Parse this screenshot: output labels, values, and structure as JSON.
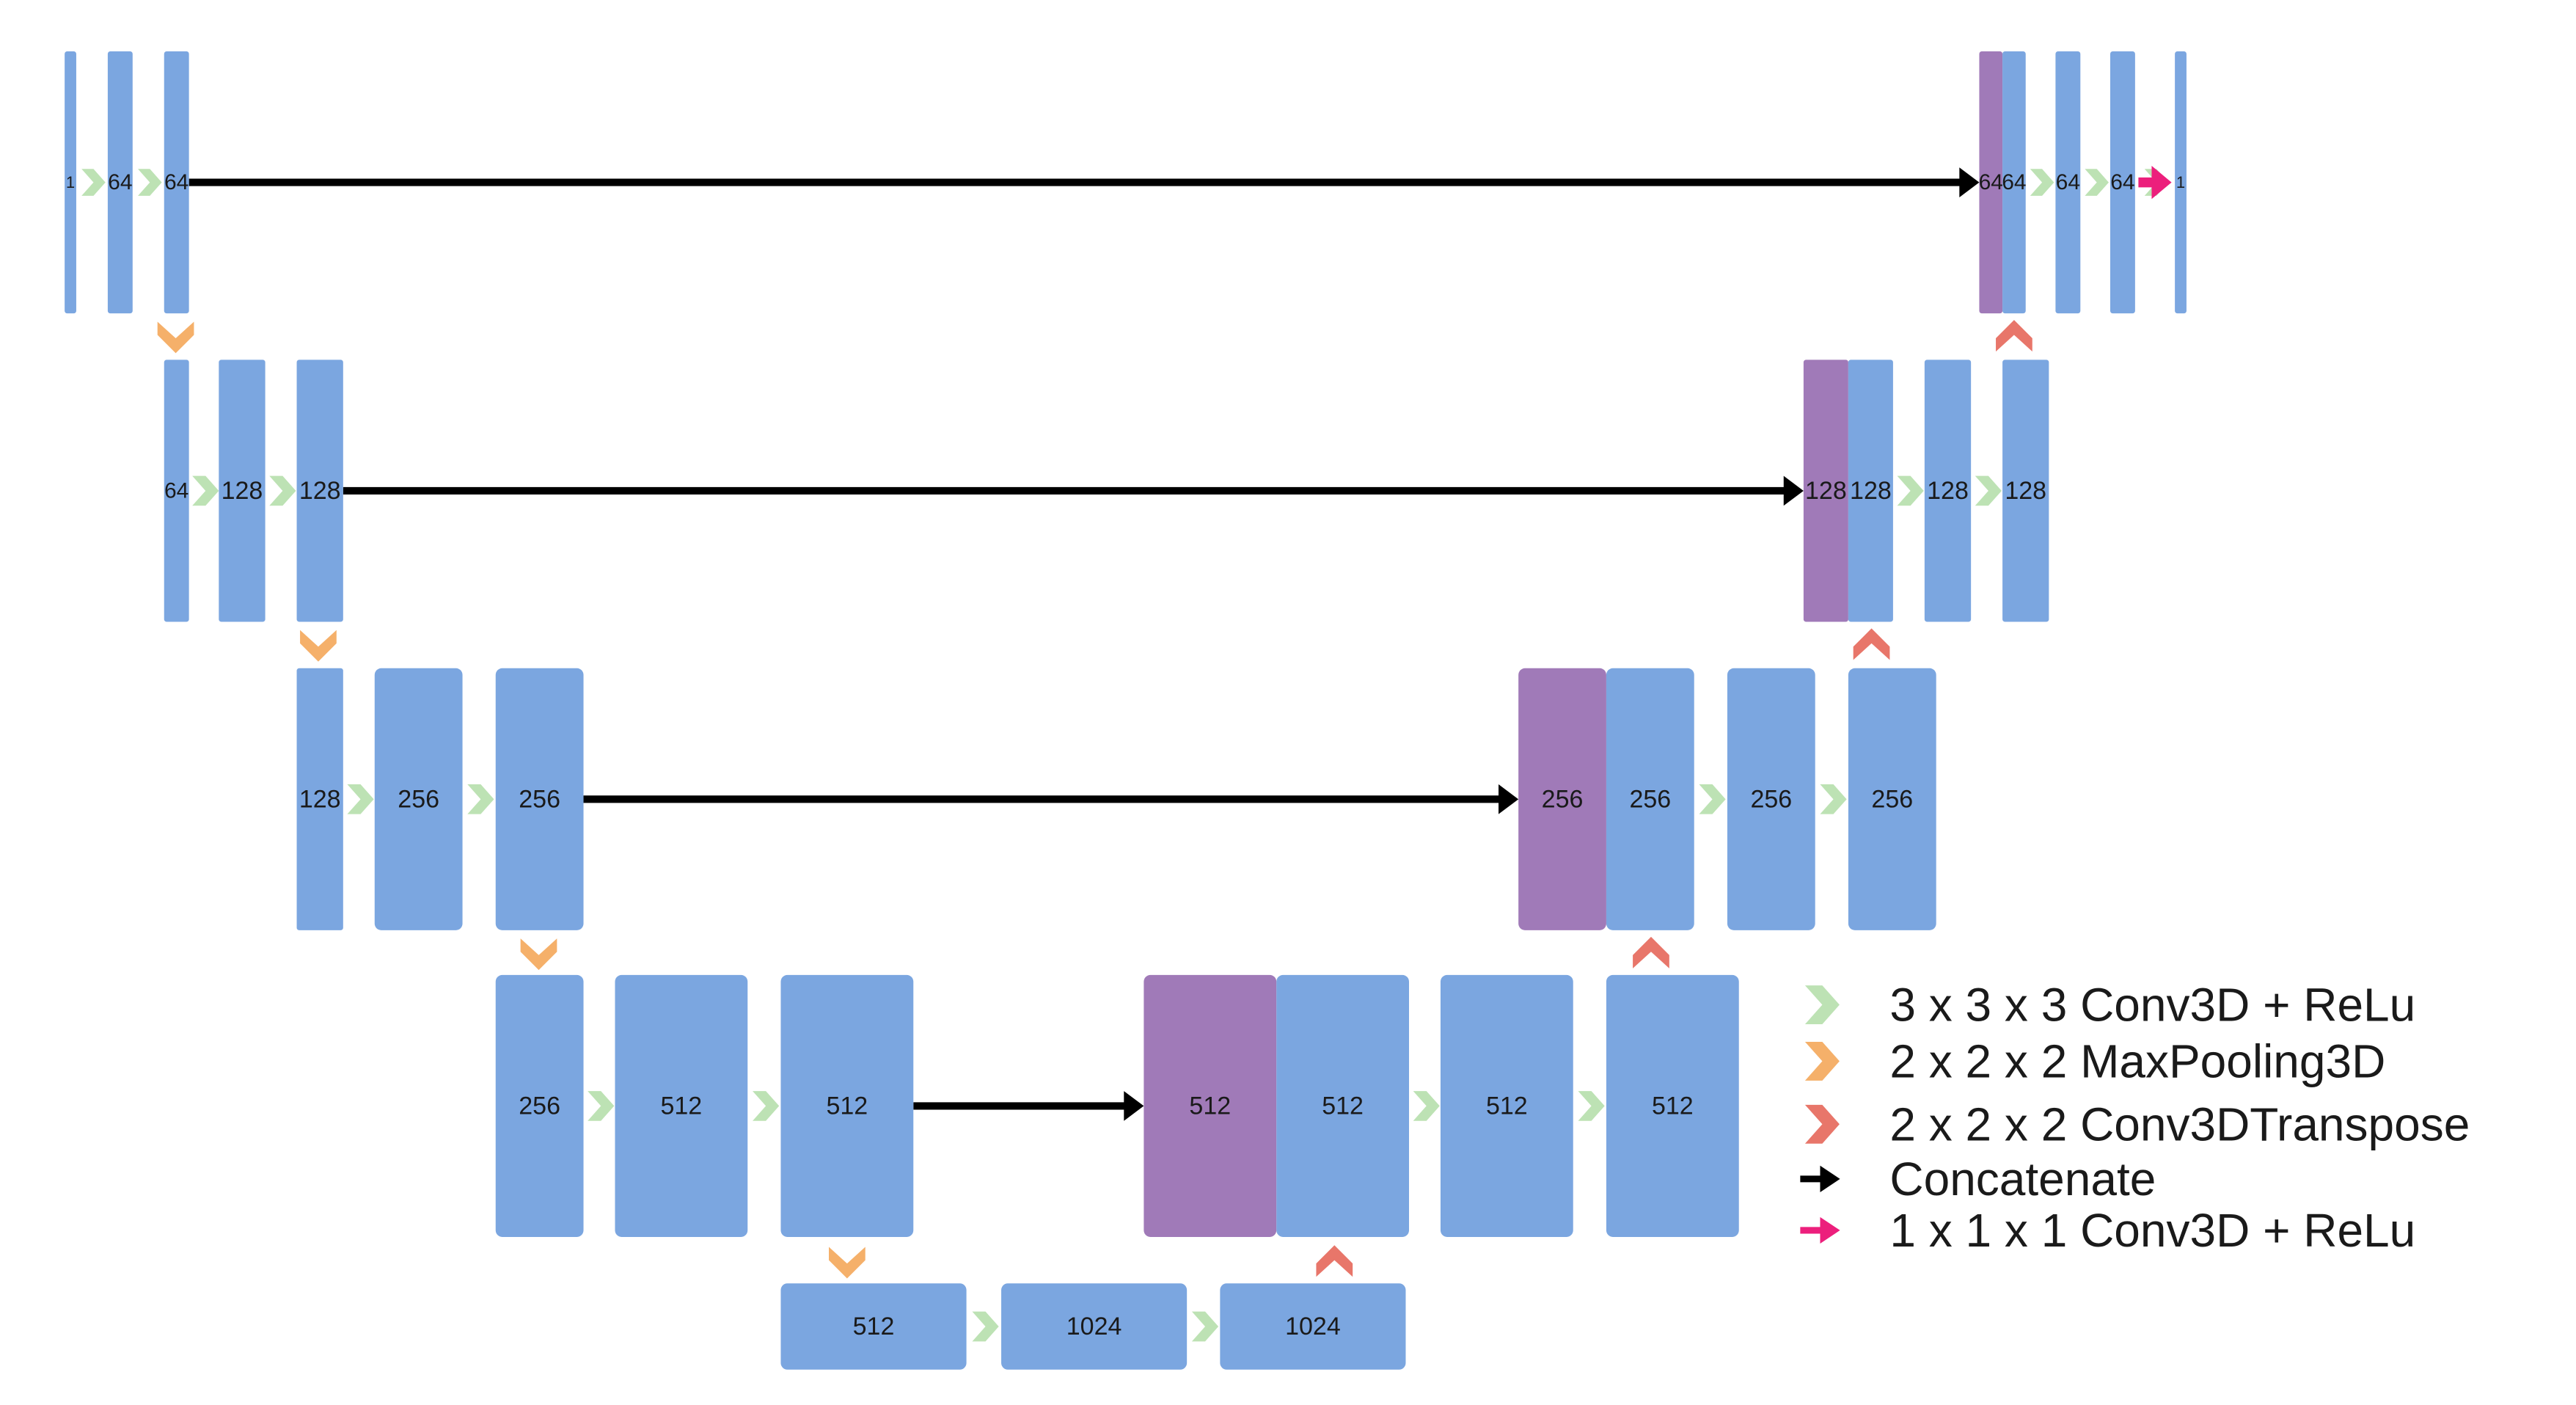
{
  "colors": {
    "block": "#7ba6e0",
    "concat_block": "#a07ab8",
    "conv_arrow": "#bde2b4",
    "pool_arrow": "#f5b06a",
    "upconv_arrow": "#e8766a",
    "concat_arrow": "#000000",
    "final_conv_arrow": "#ec1f7c"
  },
  "levels": [
    {
      "encoder_labels": [
        "1",
        "64",
        "64"
      ],
      "decoder_labels": [
        "64",
        "64",
        "64",
        "64",
        "1"
      ]
    },
    {
      "encoder_labels": [
        "64",
        "128",
        "128"
      ],
      "decoder_labels": [
        "128",
        "128",
        "128",
        "128"
      ]
    },
    {
      "encoder_labels": [
        "128",
        "256",
        "256"
      ],
      "decoder_labels": [
        "256",
        "256",
        "256",
        "256"
      ]
    },
    {
      "encoder_labels": [
        "256",
        "512",
        "512"
      ],
      "decoder_labels": [
        "512",
        "512",
        "512",
        "512"
      ]
    },
    {
      "bottleneck_labels": [
        "512",
        "1024",
        "1024"
      ]
    }
  ],
  "legend": [
    {
      "icon": "conv-relu-arrow-icon",
      "label": "3 x 3 x 3 Conv3D + ReLu"
    },
    {
      "icon": "maxpool-arrow-icon",
      "label": "2 x 2 x 2 MaxPooling3D"
    },
    {
      "icon": "conv-transpose-arrow-icon",
      "label": "2 x 2 x 2 Conv3DTranspose"
    },
    {
      "icon": "concatenate-arrow-icon",
      "label": "Concatenate"
    },
    {
      "icon": "final-conv-arrow-icon",
      "label": "1 x 1 x 1 Conv3D + ReLu"
    }
  ]
}
